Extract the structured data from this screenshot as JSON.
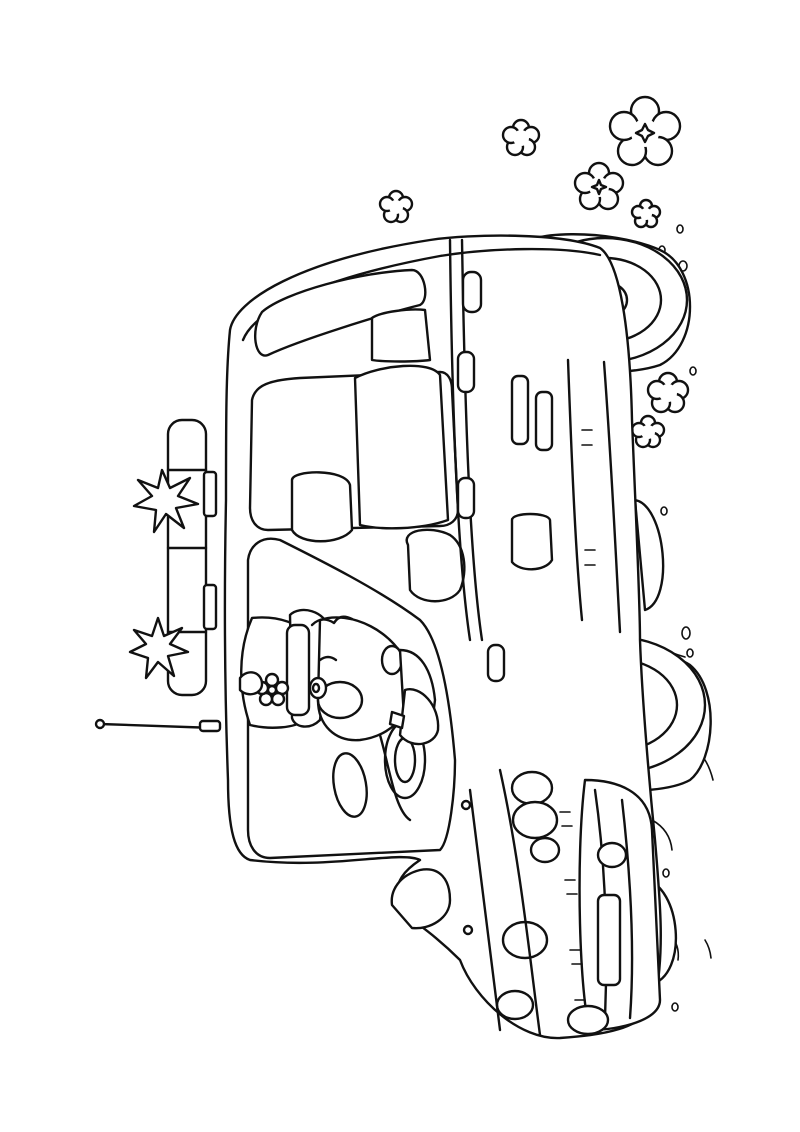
{
  "image": {
    "kind": "coloring-page",
    "style": "black-outline line art on white",
    "colors": {
      "line": "#111111",
      "background": "#ffffff"
    },
    "subjects": [
      "police-car",
      "police-officer-driver",
      "siren-light-bar",
      "flowers",
      "wheels"
    ]
  }
}
